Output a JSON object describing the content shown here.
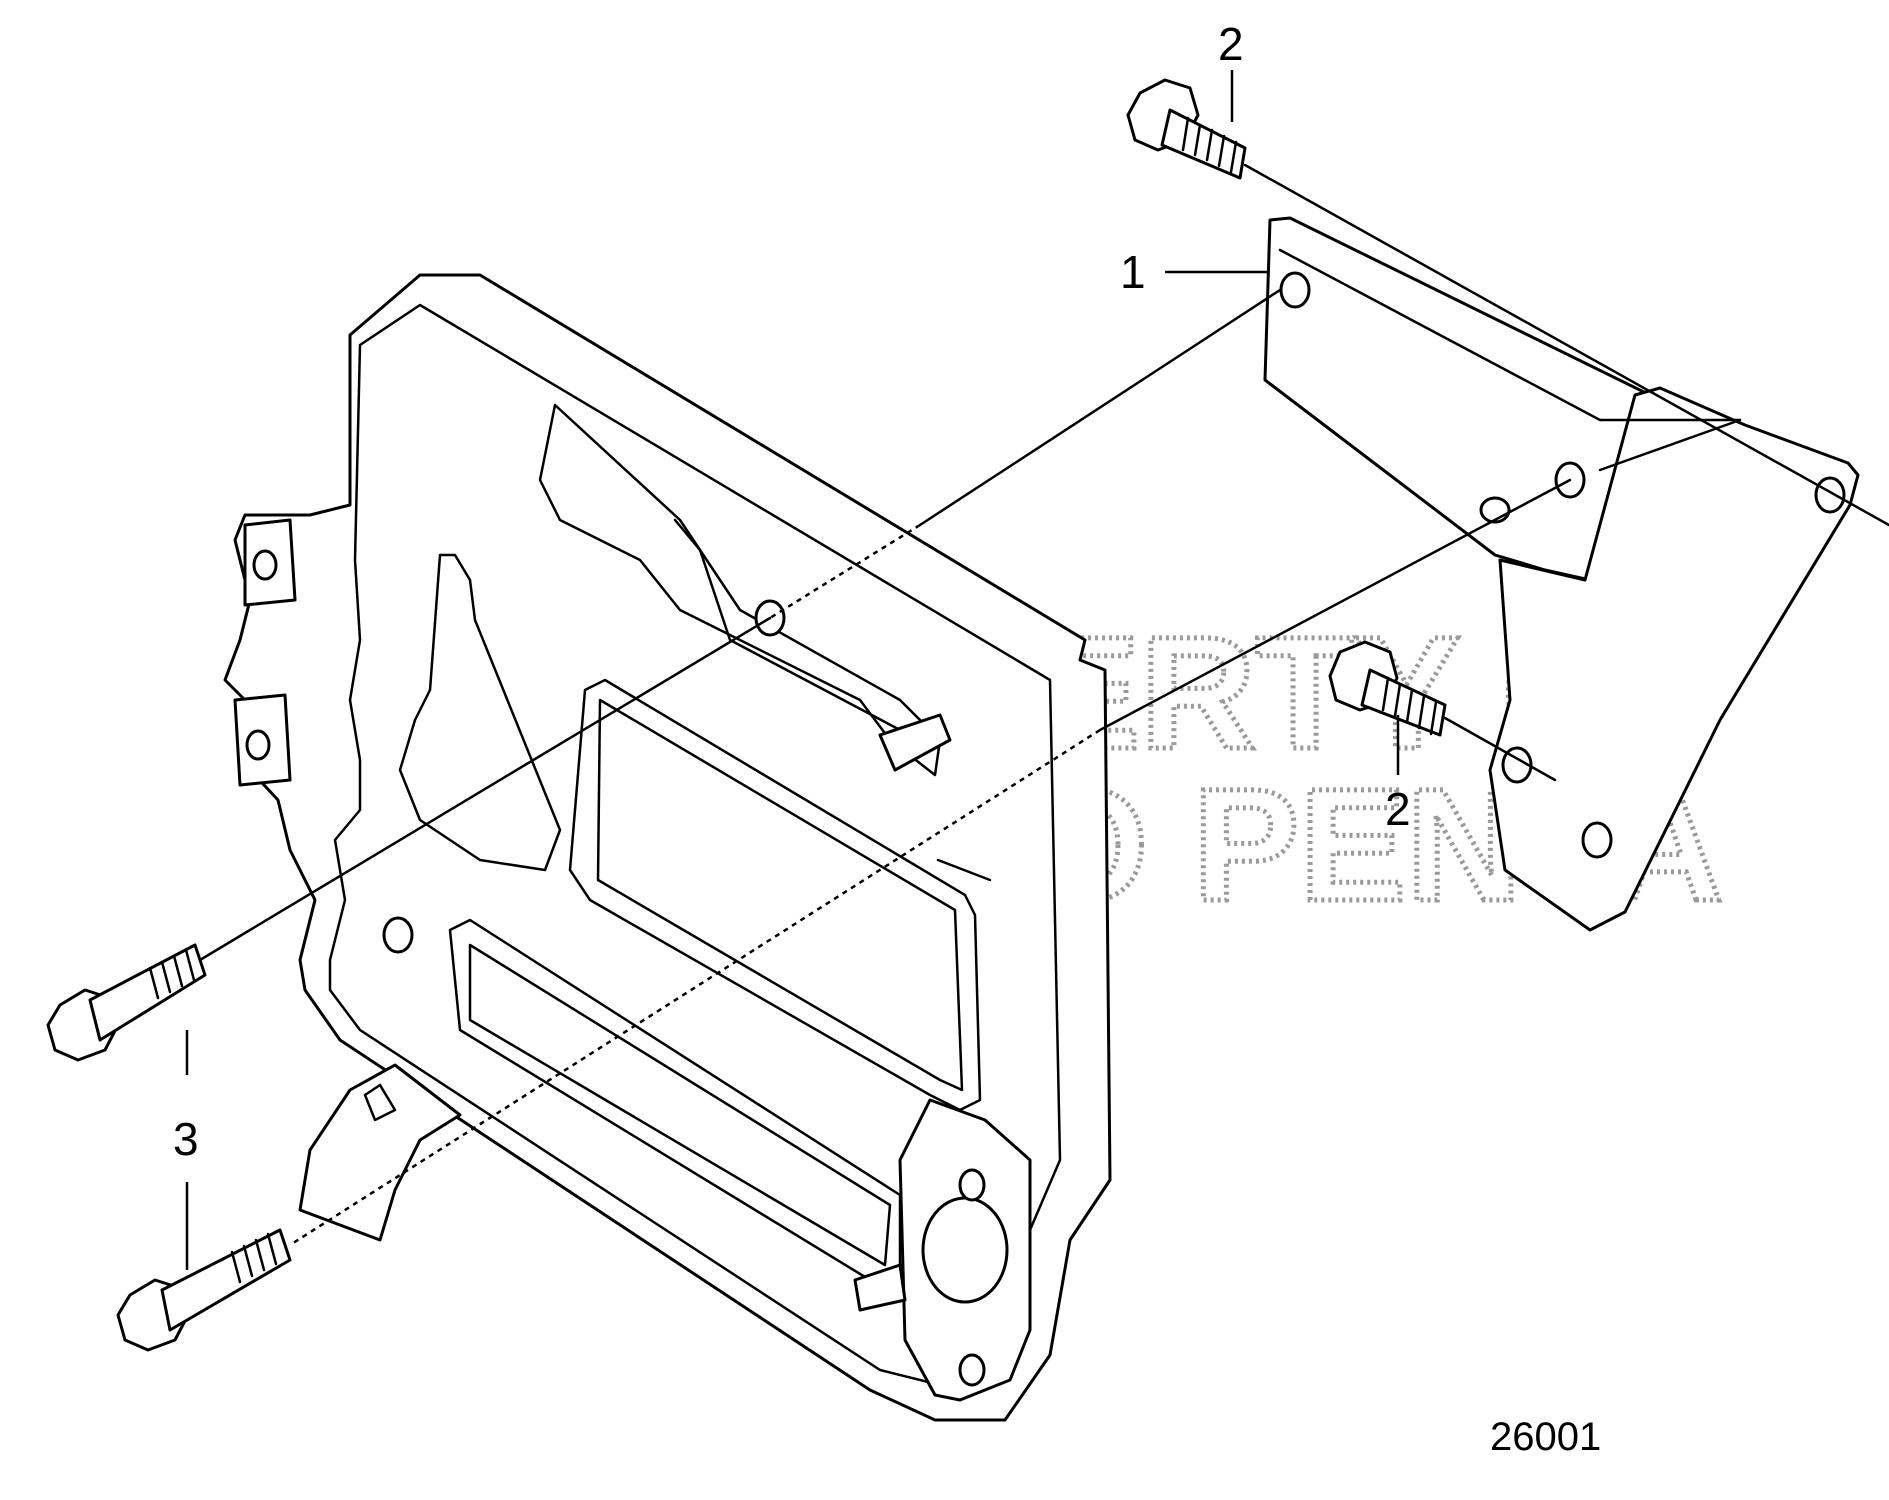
{
  "callouts": {
    "bolt_top": "2",
    "bracket": "1",
    "bolt_right": "2",
    "bolt_left": "3"
  },
  "figure_number": "26001",
  "watermark": {
    "line1": "PROPERTY OF",
    "line2": "VOLVO PENTA"
  }
}
